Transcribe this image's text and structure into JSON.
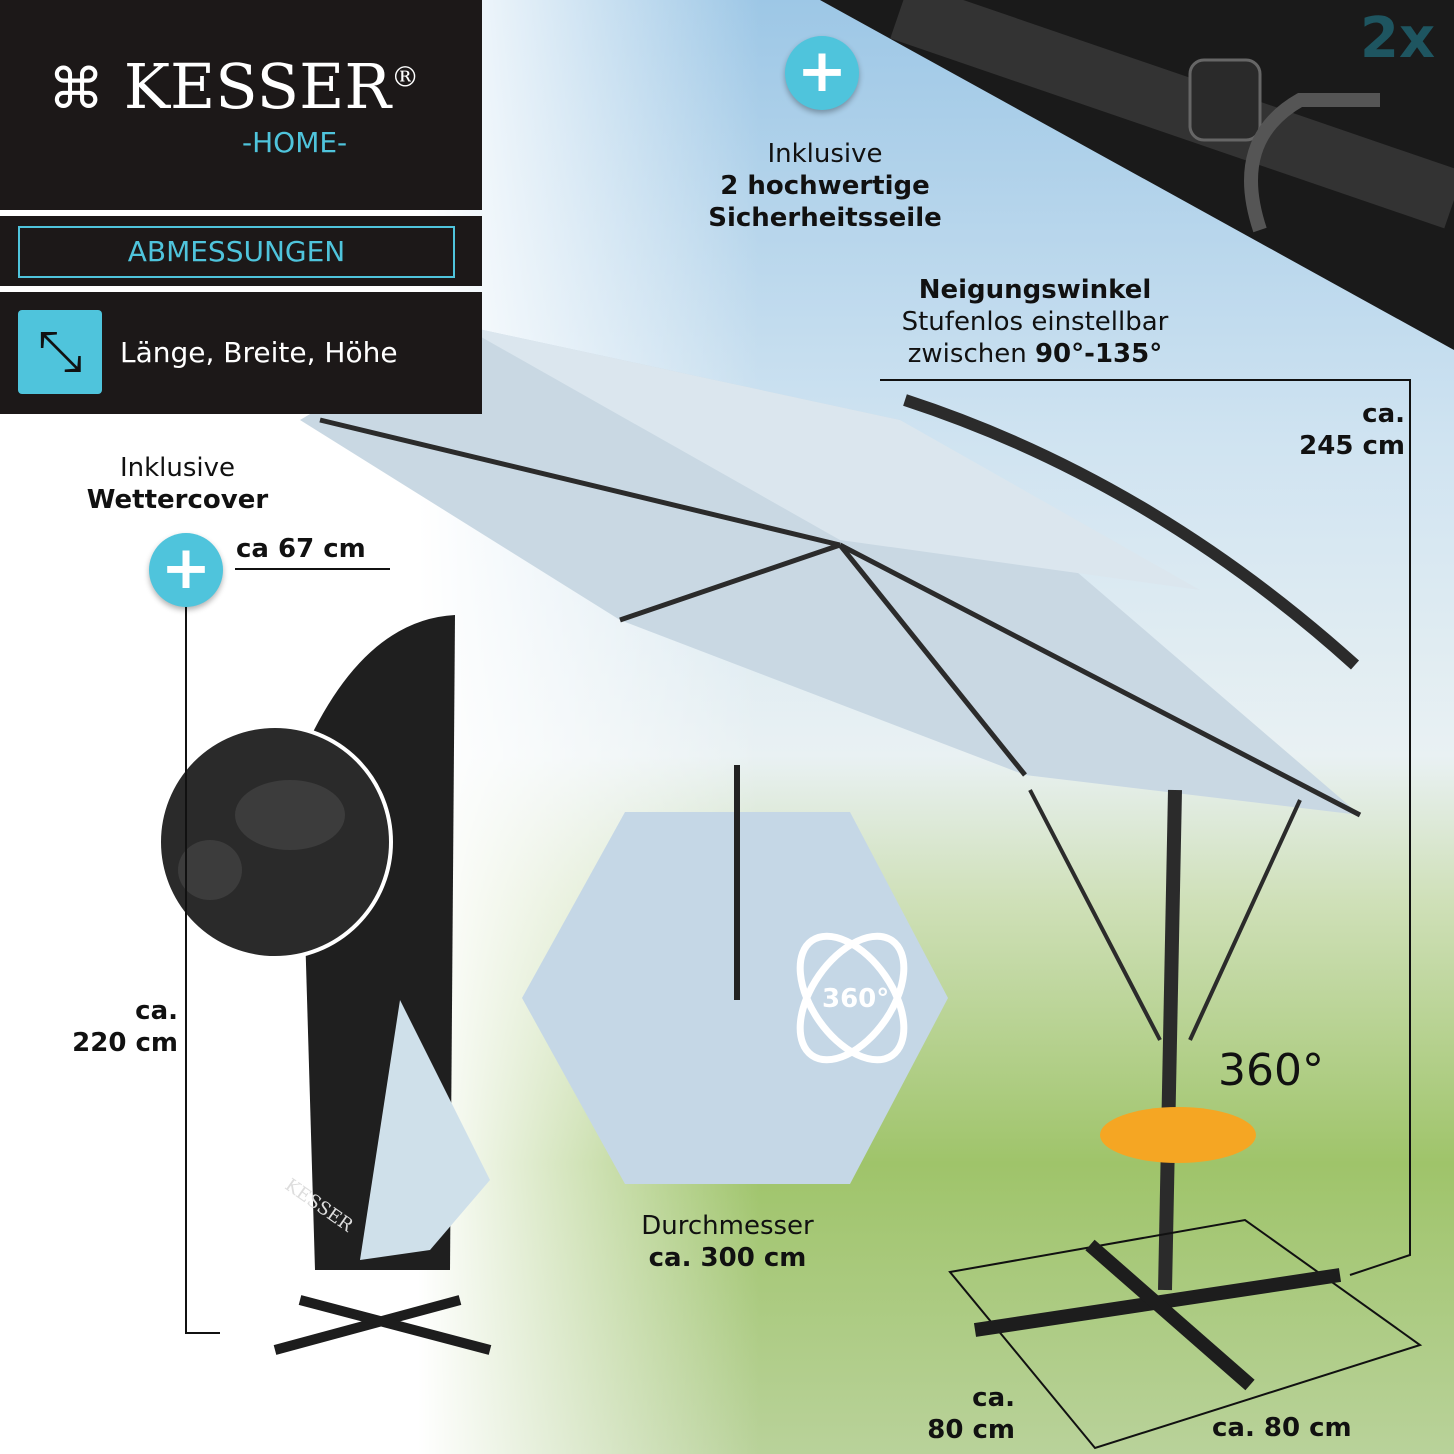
{
  "brand": {
    "name": "KESSER",
    "registered": "®",
    "sub": "-HOME-"
  },
  "section": {
    "title": "ABMESSUNGEN",
    "dimensions_label": "Länge, Breite, Höhe"
  },
  "badge_2x": "2x",
  "ropes": {
    "line1": "Inklusive",
    "line2": "2 hochwertige",
    "line3": "Sicherheitsseile"
  },
  "tilt": {
    "title": "Neigungswinkel",
    "line2": "Stufenlos einstellbar",
    "line3_prefix": "zwischen ",
    "line3_value": "90°-135°"
  },
  "height_total": {
    "line1": "ca.",
    "line2": "245 cm"
  },
  "cover": {
    "line1": "Inklusive",
    "line2": "Wettercover",
    "width": "ca 67 cm",
    "height_line1": "ca.",
    "height_line2": "220 cm",
    "logo_text": "KESSER"
  },
  "diameter": {
    "rotation_badge": "360°",
    "line1": "Durchmesser",
    "line2": "ca. 300 cm"
  },
  "rotation": "360°",
  "base": {
    "depth_line1": "ca.",
    "depth_line2": "80 cm",
    "width": "ca. 80 cm"
  },
  "colors": {
    "accent": "#4fc4dc",
    "dark": "#1c1818",
    "canopy": "#c5d7e6",
    "orange": "#f5a623"
  }
}
